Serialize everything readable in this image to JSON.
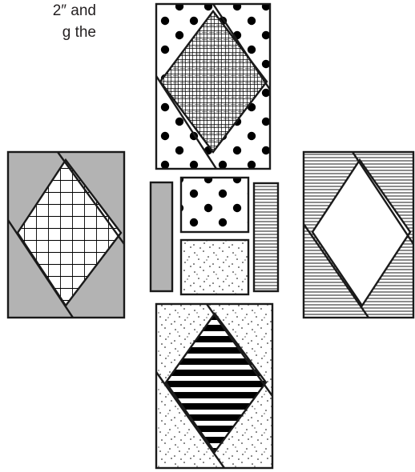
{
  "caption": {
    "line1": "2″ and",
    "line2": "g the"
  },
  "colors": {
    "outline": "#1a1a1a",
    "gray_fill": "#b3b3b3",
    "white": "#ffffff",
    "ink": "#000000"
  },
  "blocks": [
    {
      "name": "left-block",
      "fabric": "gray-solid-with-grid-diamond"
    },
    {
      "name": "top-block",
      "fabric": "polka-dot-with-crosshatch-diamond"
    },
    {
      "name": "right-block",
      "fabric": "horizontal-stripe-with-plain-diamond"
    },
    {
      "name": "bottom-block",
      "fabric": "speckled-with-stripe-diamond"
    }
  ],
  "center_pieces": [
    {
      "name": "gray-strip"
    },
    {
      "name": "dot-square"
    },
    {
      "name": "speckle-square"
    },
    {
      "name": "stripe-strip"
    }
  ]
}
